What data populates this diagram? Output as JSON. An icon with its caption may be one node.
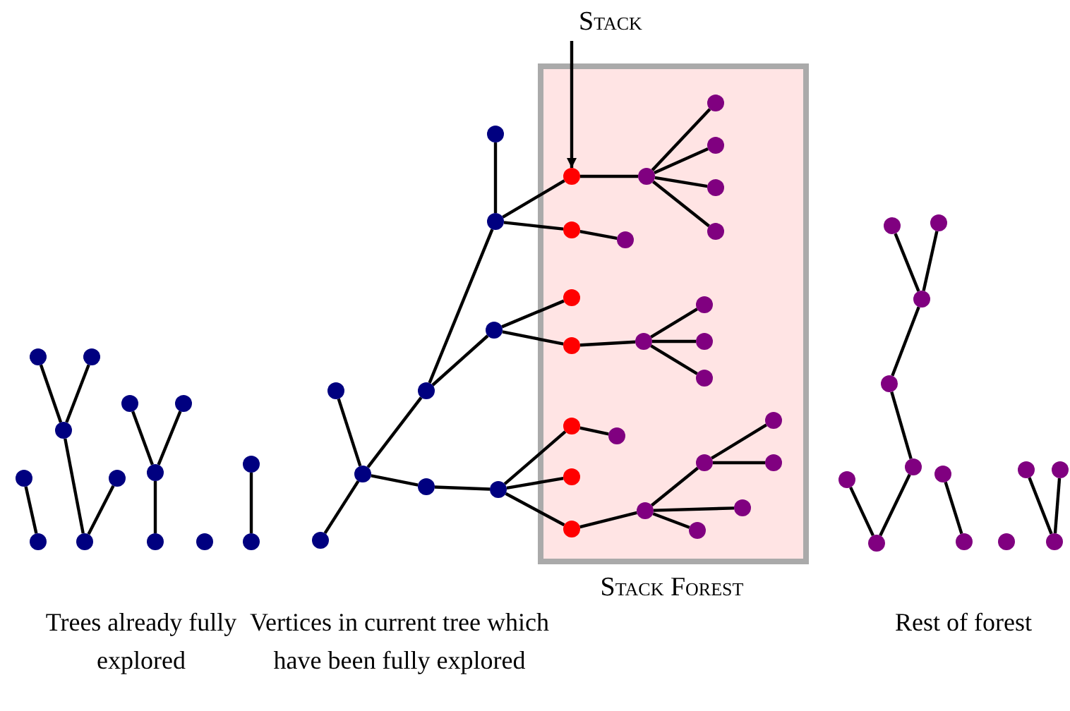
{
  "diagram": {
    "nodes": [
      {
        "text": [],
        "shape": "circle"
      },
      {
        "text": [],
        "shape": "circle"
      },
      {
        "text": [],
        "shape": "circle"
      },
      {
        "text": [],
        "shape": "circle"
      },
      {
        "text": [],
        "shape": "circle"
      },
      {
        "text": [],
        "shape": "circle"
      },
      {
        "text": [],
        "shape": "circle"
      },
      {
        "text": [],
        "shape": "circle"
      },
      {
        "text": [],
        "shape": "circle"
      },
      {
        "text": [],
        "shape": "circle"
      },
      {
        "text": [],
        "shape": "circle"
      },
      {
        "text": [],
        "shape": "circle"
      },
      {
        "text": [],
        "shape": "circle"
      },
      {
        "text": [],
        "shape": "circle"
      },
      {
        "text": [],
        "shape": "circle"
      },
      {
        "text": [],
        "shape": "circle"
      },
      {
        "text": [],
        "shape": "circle"
      },
      {
        "text": [],
        "shape": "circle"
      },
      {
        "text": [],
        "shape": "circle"
      },
      {
        "text": [],
        "shape": "circle"
      },
      {
        "text": [],
        "shape": "circle"
      },
      {
        "text": [],
        "shape": "circle"
      },
      {
        "text": [],
        "shape": "circle"
      },
      {
        "text": [
          "Stack"
        ]
      },
      {
        "text": [
          "Stack Forest"
        ]
      },
      {
        "text": [],
        "shape": "circle",
        "in": 24
      },
      {
        "text": [],
        "shape": "circle",
        "in": 24
      },
      {
        "text": [],
        "shape": "circle",
        "in": 24
      },
      {
        "text": [],
        "shape": "circle",
        "in": 24
      },
      {
        "text": [],
        "shape": "circle",
        "in": 24
      },
      {
        "text": [],
        "shape": "circle",
        "in": 24
      },
      {
        "text": [],
        "shape": "circle",
        "in": 24
      },
      {
        "text": [],
        "shape": "circle",
        "in": 24
      },
      {
        "text": [],
        "shape": "circle",
        "in": 24
      },
      {
        "text": [],
        "shape": "circle",
        "in": 24
      },
      {
        "text": [],
        "shape": "circle",
        "in": 24
      },
      {
        "text": [],
        "shape": "circle",
        "in": 24
      },
      {
        "text": [],
        "shape": "circle",
        "in": 24
      },
      {
        "text": [],
        "shape": "circle",
        "in": 24
      },
      {
        "text": [],
        "shape": "circle",
        "in": 24
      },
      {
        "text": [],
        "shape": "circle",
        "in": 24
      },
      {
        "text": [],
        "shape": "circle",
        "in": 24
      },
      {
        "text": [],
        "shape": "circle",
        "in": 24
      },
      {
        "text": [],
        "shape": "circle",
        "in": 24
      },
      {
        "text": [],
        "shape": "circle",
        "in": 24
      },
      {
        "text": [],
        "shape": "circle",
        "in": 24
      },
      {
        "text": [],
        "shape": "circle",
        "in": 24
      },
      {
        "text": [],
        "shape": "circle",
        "in": 24
      },
      {
        "text": [],
        "shape": "circle",
        "in": 24
      },
      {
        "text": [],
        "shape": "circle"
      },
      {
        "text": [],
        "shape": "circle"
      },
      {
        "text": [],
        "shape": "circle"
      },
      {
        "text": [],
        "shape": "circle"
      },
      {
        "text": [],
        "shape": "circle"
      },
      {
        "text": [],
        "shape": "circle"
      },
      {
        "text": [],
        "shape": "circle"
      },
      {
        "text": [],
        "shape": "circle"
      },
      {
        "text": [],
        "shape": "circle"
      },
      {
        "text": [],
        "shape": "circle"
      },
      {
        "text": [],
        "shape": "circle"
      },
      {
        "text": [],
        "shape": "circle"
      },
      {
        "text": [],
        "shape": "circle"
      }
    ],
    "edges": [
      {
        "from": 0,
        "to": 2,
        "arrow": "none"
      },
      {
        "from": 1,
        "to": 2,
        "arrow": "none"
      },
      {
        "from": 2,
        "to": 5,
        "arrow": "none"
      },
      {
        "from": 6,
        "to": 5,
        "arrow": "none"
      },
      {
        "from": 3,
        "to": 4,
        "arrow": "none"
      },
      {
        "from": 7,
        "to": 9,
        "arrow": "none"
      },
      {
        "from": 8,
        "to": 9,
        "arrow": "none"
      },
      {
        "from": 9,
        "to": 10,
        "arrow": "none"
      },
      {
        "from": 12,
        "to": 13,
        "arrow": "none"
      },
      {
        "from": 22,
        "to": 19,
        "arrow": "none"
      },
      {
        "from": 17,
        "to": 19,
        "arrow": "none"
      },
      {
        "from": 19,
        "to": 18,
        "arrow": "none"
      },
      {
        "from": 18,
        "to": 15,
        "arrow": "none"
      },
      {
        "from": 14,
        "to": 15,
        "arrow": "none"
      },
      {
        "from": 18,
        "to": 16,
        "arrow": "none"
      },
      {
        "from": 19,
        "to": 20,
        "arrow": "none"
      },
      {
        "from": 20,
        "to": 21,
        "arrow": "none"
      },
      {
        "from": 15,
        "to": 25,
        "arrow": "none"
      },
      {
        "from": 15,
        "to": 26,
        "arrow": "none"
      },
      {
        "from": 16,
        "to": 27,
        "arrow": "none"
      },
      {
        "from": 16,
        "to": 28,
        "arrow": "none"
      },
      {
        "from": 21,
        "to": 29,
        "arrow": "none"
      },
      {
        "from": 21,
        "to": 30,
        "arrow": "none"
      },
      {
        "from": 21,
        "to": 31,
        "arrow": "none"
      },
      {
        "from": 23,
        "to": 25,
        "arrow": "to"
      },
      {
        "from": 25,
        "to": 32,
        "arrow": "none"
      },
      {
        "from": 32,
        "to": 33,
        "arrow": "none"
      },
      {
        "from": 32,
        "to": 34,
        "arrow": "none"
      },
      {
        "from": 32,
        "to": 35,
        "arrow": "none"
      },
      {
        "from": 32,
        "to": 36,
        "arrow": "none"
      },
      {
        "from": 26,
        "to": 37,
        "arrow": "none"
      },
      {
        "from": 28,
        "to": 38,
        "arrow": "none"
      },
      {
        "from": 38,
        "to": 39,
        "arrow": "none"
      },
      {
        "from": 38,
        "to": 40,
        "arrow": "none"
      },
      {
        "from": 38,
        "to": 41,
        "arrow": "none"
      },
      {
        "from": 29,
        "to": 42,
        "arrow": "none"
      },
      {
        "from": 31,
        "to": 43,
        "arrow": "none"
      },
      {
        "from": 43,
        "to": 44,
        "arrow": "none"
      },
      {
        "from": 44,
        "to": 45,
        "arrow": "none"
      },
      {
        "from": 44,
        "to": 46,
        "arrow": "none"
      },
      {
        "from": 43,
        "to": 47,
        "arrow": "none"
      },
      {
        "from": 43,
        "to": 48,
        "arrow": "none"
      },
      {
        "from": 49,
        "to": 51,
        "arrow": "none"
      },
      {
        "from": 50,
        "to": 51,
        "arrow": "none"
      },
      {
        "from": 51,
        "to": 52,
        "arrow": "none"
      },
      {
        "from": 52,
        "to": 53,
        "arrow": "none"
      },
      {
        "from": 53,
        "to": 55,
        "arrow": "none"
      },
      {
        "from": 54,
        "to": 55,
        "arrow": "none"
      },
      {
        "from": 56,
        "to": 57,
        "arrow": "none"
      },
      {
        "from": 59,
        "to": 61,
        "arrow": "none"
      },
      {
        "from": 60,
        "to": 61,
        "arrow": "none"
      }
    ],
    "labels": [
      "Trees already fully explored",
      "Vertices in current tree which have been fully explored",
      "Rest of forest"
    ]
  }
}
